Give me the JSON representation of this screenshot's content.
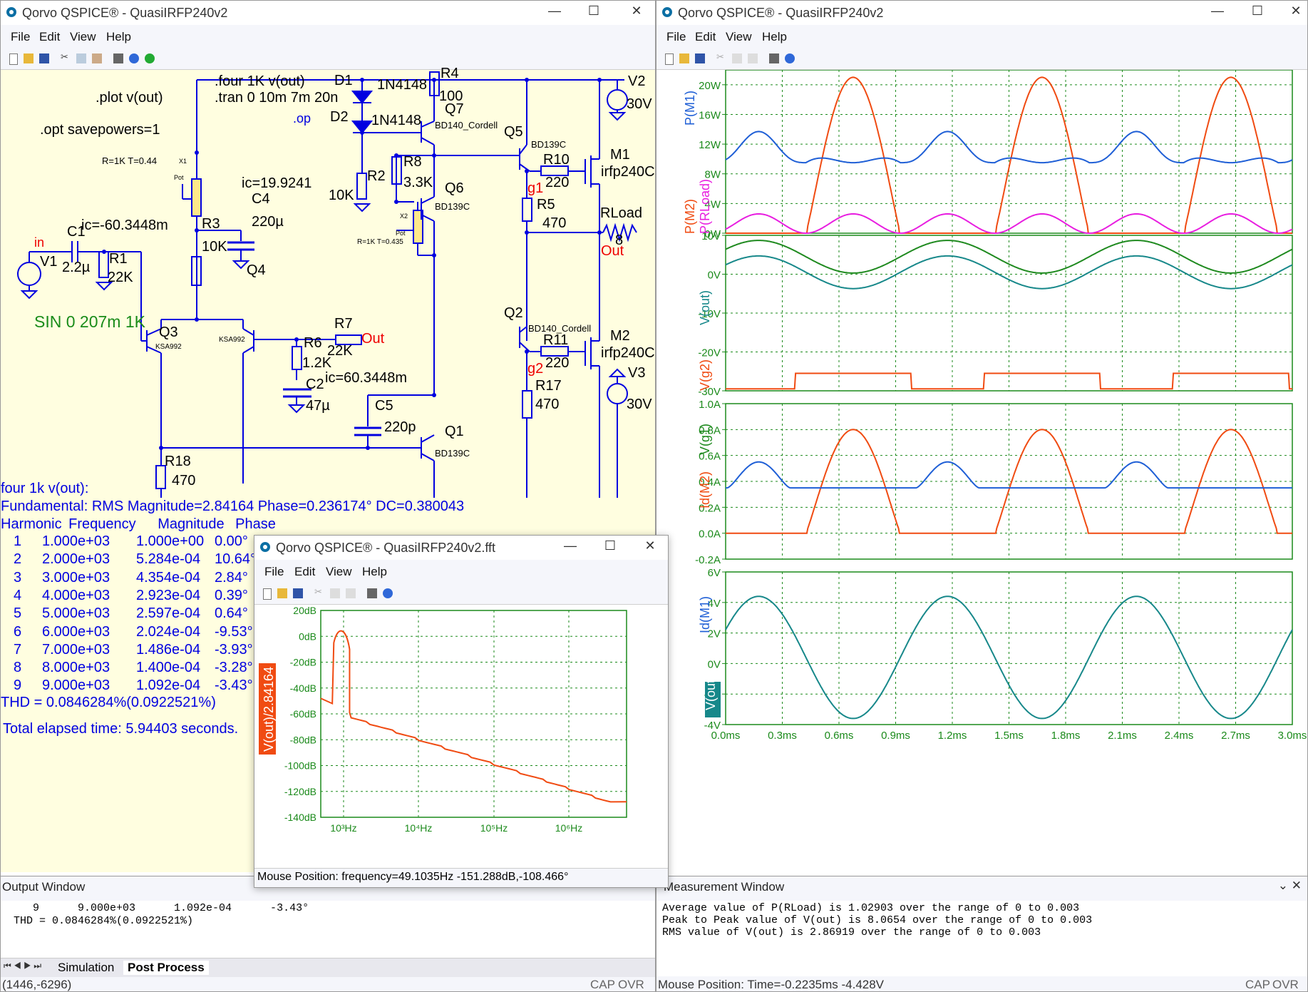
{
  "schematic_window": {
    "title": "Qorvo QSPICE® - QuasiIRFP240v2",
    "menu": [
      "File",
      "Edit",
      "View",
      "Help"
    ],
    "directives": [
      ".plot v(out)",
      ".opt savepowers=1",
      ".four 1K v(out)",
      ".tran 0 10m 7m 20n",
      ".op",
      "SIN 0 207m 1K"
    ],
    "labels": {
      "pot1": "R=1K T=0.44",
      "pot2": "R=1K T=0.435",
      "x1": "X1",
      "x2": "X2",
      "pot": "Pot",
      "c4ic": "ic=19.9241",
      "c1ic": "ic=-60.3448m",
      "c2ic": "ic=60.3448m",
      "in": "in",
      "out": "Out",
      "g1": "g1",
      "g2": "g2",
      "V1": "V1",
      "C1": "C1",
      "C1v": "2.2µ",
      "R1": "R1",
      "R1v": "22K",
      "R3": "R3",
      "R3v": "10K",
      "C4": "C4",
      "C4v": "220µ",
      "Q3": "Q3",
      "Q3m": "KSA992",
      "Q4": "Q4",
      "Q4m": "KSA992",
      "R6": "R6",
      "R6v": "1.2K",
      "R7": "R7",
      "R7v": "22K",
      "C2": "C2",
      "C2v": "47µ",
      "C5": "C5",
      "C5v": "220p",
      "Q1": "Q1",
      "Q1m": "BD139C",
      "R18": "R18",
      "R18v": "470",
      "D1": "D1",
      "D1m": "1N4148",
      "D2": "D2",
      "D2m": "1N4148",
      "R4": "R4",
      "R4v": "100",
      "Q7": "Q7",
      "Q7m": "BD140_Cordell",
      "R2": "R2",
      "R2v": "10K",
      "R8": "R8",
      "R8v": "3.3K",
      "Q6": "Q6",
      "Q6m": "BD139C",
      "Q5": "Q5",
      "Q5m": "BD139C",
      "R10": "R10",
      "R10v": "220",
      "R5": "R5",
      "R5v": "470",
      "M1": "M1",
      "M1m": "irfp240C",
      "V2": "V2",
      "V2v": "30V",
      "RLoad": "RLoad",
      "RLoadv": "8",
      "Q2": "Q2",
      "Q2m": "BD140_Cordell",
      "R11": "R11",
      "R11v": "220",
      "M2": "M2",
      "M2m": "irfp240C",
      "V3": "V3",
      "V3v": "30V",
      "R17": "R17",
      "R17v": "470"
    },
    "four_header": "four 1k v(out):",
    "fundamental": "Fundamental: RMS Magnitude=2.84164 Phase=0.236174° DC=0.380043",
    "harm_cols": [
      "Harmonic",
      "Frequency",
      "Magnitude",
      "Phase"
    ],
    "harmonics": [
      [
        "1",
        "1.000e+03",
        "1.000e+00",
        "0.00°"
      ],
      [
        "2",
        "2.000e+03",
        "5.284e-04",
        "10.64°"
      ],
      [
        "3",
        "3.000e+03",
        "4.354e-04",
        "2.84°"
      ],
      [
        "4",
        "4.000e+03",
        "2.923e-04",
        "0.39°"
      ],
      [
        "5",
        "5.000e+03",
        "2.597e-04",
        "0.64°"
      ],
      [
        "6",
        "6.000e+03",
        "2.024e-04",
        "-9.53°"
      ],
      [
        "7",
        "7.000e+03",
        "1.486e-04",
        "-3.93°"
      ],
      [
        "8",
        "8.000e+03",
        "1.400e-04",
        "-3.28°"
      ],
      [
        "9",
        "9.000e+03",
        "1.092e-04",
        "-3.43°"
      ]
    ],
    "thd": "THD = 0.0846284%(0.0922521%)",
    "elapsed": "Total elapsed time: 5.94403 seconds."
  },
  "output_window": {
    "title": "Output Window",
    "lines": [
      "     9      9.000e+03      1.092e-04      -3.43°",
      "  THD = 0.0846284%(0.0922521%)"
    ],
    "tabs": [
      "Simulation",
      "Post Process"
    ],
    "status": "(1446,-6296)",
    "cap": "CAP",
    "ovr": "OVR"
  },
  "waveform_window": {
    "title": "Qorvo QSPICE® - QuasiIRFP240v2",
    "menu": [
      "File",
      "Edit",
      "View",
      "Help"
    ],
    "pane1": {
      "yticks": [
        "20W",
        "16W",
        "12W",
        "8W",
        "4W",
        "0W"
      ],
      "labels": [
        "P(M1)",
        "P(M2)",
        "P(RLoad)"
      ]
    },
    "pane2": {
      "yticks": [
        "10V",
        "0V",
        "-10V",
        "-20V",
        "-30V"
      ],
      "labels": [
        "V(out)",
        "V(g2)",
        "V(g1)"
      ]
    },
    "pane3": {
      "yticks": [
        "1.0A",
        "0.8A",
        "0.6A",
        "0.4A",
        "0.2A",
        "0.0A",
        "-0.2A"
      ],
      "labels": [
        "Id(M2)",
        "Id(M1)"
      ]
    },
    "pane4": {
      "yticks": [
        "6V",
        "4V",
        "2V",
        "0V",
        "-2V",
        "-4V"
      ],
      "labels": [
        "V(out)"
      ]
    },
    "xticks": [
      "0.0ms",
      "0.3ms",
      "0.6ms",
      "0.9ms",
      "1.2ms",
      "1.5ms",
      "1.8ms",
      "2.1ms",
      "2.4ms",
      "2.7ms",
      "3.0ms"
    ]
  },
  "measurement_window": {
    "title": "Measurement Window",
    "lines": [
      "Average value of P(RLoad) is 1.02903 over the range of 0 to 0.003",
      "Peak to Peak value of V(out) is 8.0654 over the range of 0 to 0.003",
      "RMS value of V(out) is 2.86919 over the range of 0 to 0.003"
    ],
    "status": "Mouse Position: Time=-0.2235ms  -4.428V",
    "cap": "CAP",
    "ovr": "OVR"
  },
  "fft_window": {
    "title": "Qorvo QSPICE® - QuasiIRFP240v2.fft",
    "menu": [
      "File",
      "Edit",
      "View",
      "Help"
    ],
    "yticks": [
      "20dB",
      "0dB",
      "-20dB",
      "-40dB",
      "-60dB",
      "-80dB",
      "-100dB",
      "-120dB",
      "-140dB"
    ],
    "xticks": [
      "10³Hz",
      "10⁴Hz",
      "10⁵Hz",
      "10⁶Hz"
    ],
    "ylabel": "V(out)/2.84164",
    "status": "Mouse Position: frequency=49.1035Hz   -151.288dB,-108.466°"
  },
  "colors": {
    "trace_blue": "#1f5fd6",
    "trace_orange": "#f04b12",
    "trace_magenta": "#e81ee0",
    "trace_green": "#1f8a1f",
    "trace_teal": "#17888a",
    "grid": "#1b8a1b",
    "schem_bg": "#fffee0",
    "wire": "#0000e0"
  }
}
